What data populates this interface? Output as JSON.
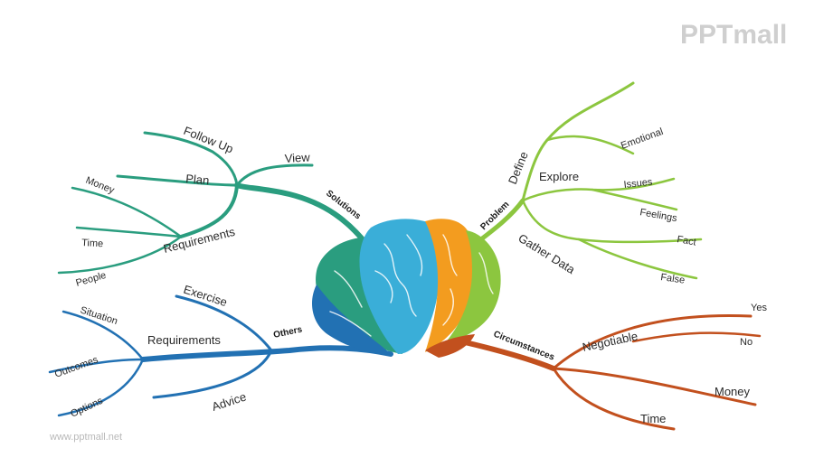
{
  "logo": "PPTmall",
  "url": "www.pptmall.net",
  "colors": {
    "green": "#2a9d7f",
    "lime": "#8cc63f",
    "blue": "#2271b3",
    "rust": "#c2501e",
    "cyan": "#3aaed8",
    "orange": "#f39c1f"
  },
  "branches": {
    "solutions": {
      "label": "Solutions",
      "nodes": {
        "follow_up": "Follow Up",
        "view": "View",
        "plan": "Plan",
        "requirements": "Requirements",
        "money": "Money",
        "time": "Time",
        "people": "People"
      }
    },
    "problem": {
      "label": "Problem",
      "nodes": {
        "define": "Define",
        "explore": "Explore",
        "emotional": "Emotional",
        "issues": "Issues",
        "feelings": "Feelings",
        "gather_data": "Gather Data",
        "fact": "Fact",
        "false": "False"
      }
    },
    "others": {
      "label": "Others",
      "nodes": {
        "exercise": "Exercise",
        "requirements": "Requirements",
        "situation": "Situation",
        "outcomes": "Outcomes",
        "options": "Options",
        "advice": "Advice"
      }
    },
    "circumstances": {
      "label": "Circumstances",
      "nodes": {
        "negotiable": "Negotiable",
        "yes": "Yes",
        "no": "No",
        "money": "Money",
        "time": "Time"
      }
    }
  }
}
